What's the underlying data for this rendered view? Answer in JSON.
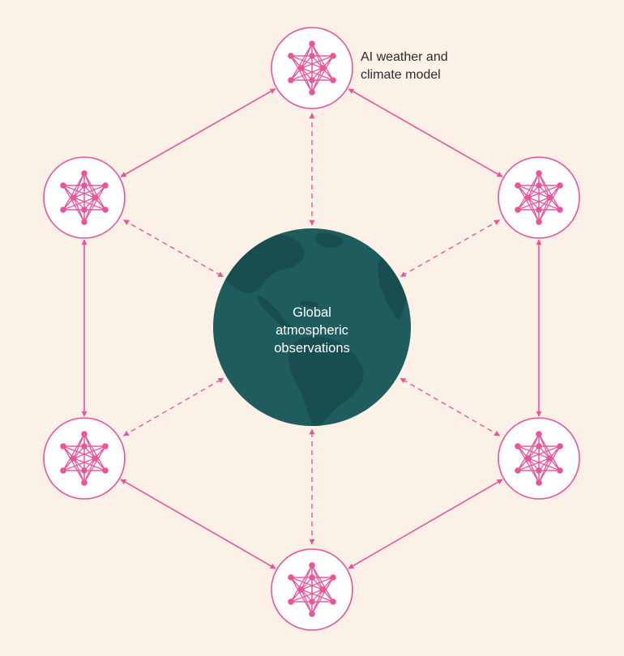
{
  "diagram": {
    "model_label": {
      "line1": "AI weather and",
      "line2": "climate model"
    },
    "center_label": {
      "line1": "Global",
      "line2": "atmospheric",
      "line3": "observations"
    },
    "nodes": [
      {
        "id": "top"
      },
      {
        "id": "upper-right"
      },
      {
        "id": "lower-right"
      },
      {
        "id": "bottom"
      },
      {
        "id": "lower-left"
      },
      {
        "id": "upper-left"
      }
    ],
    "connections": {
      "ring": "solid bidirectional",
      "to_center": "dashed bidirectional"
    },
    "colors": {
      "background": "#fbf1e7",
      "accent": "#e8559b",
      "globe": "#1f5c5e",
      "land": "#194e50",
      "node_fill": "#ffffff"
    },
    "icons": {
      "model": "neural-network-icon",
      "center": "globe-icon"
    }
  }
}
